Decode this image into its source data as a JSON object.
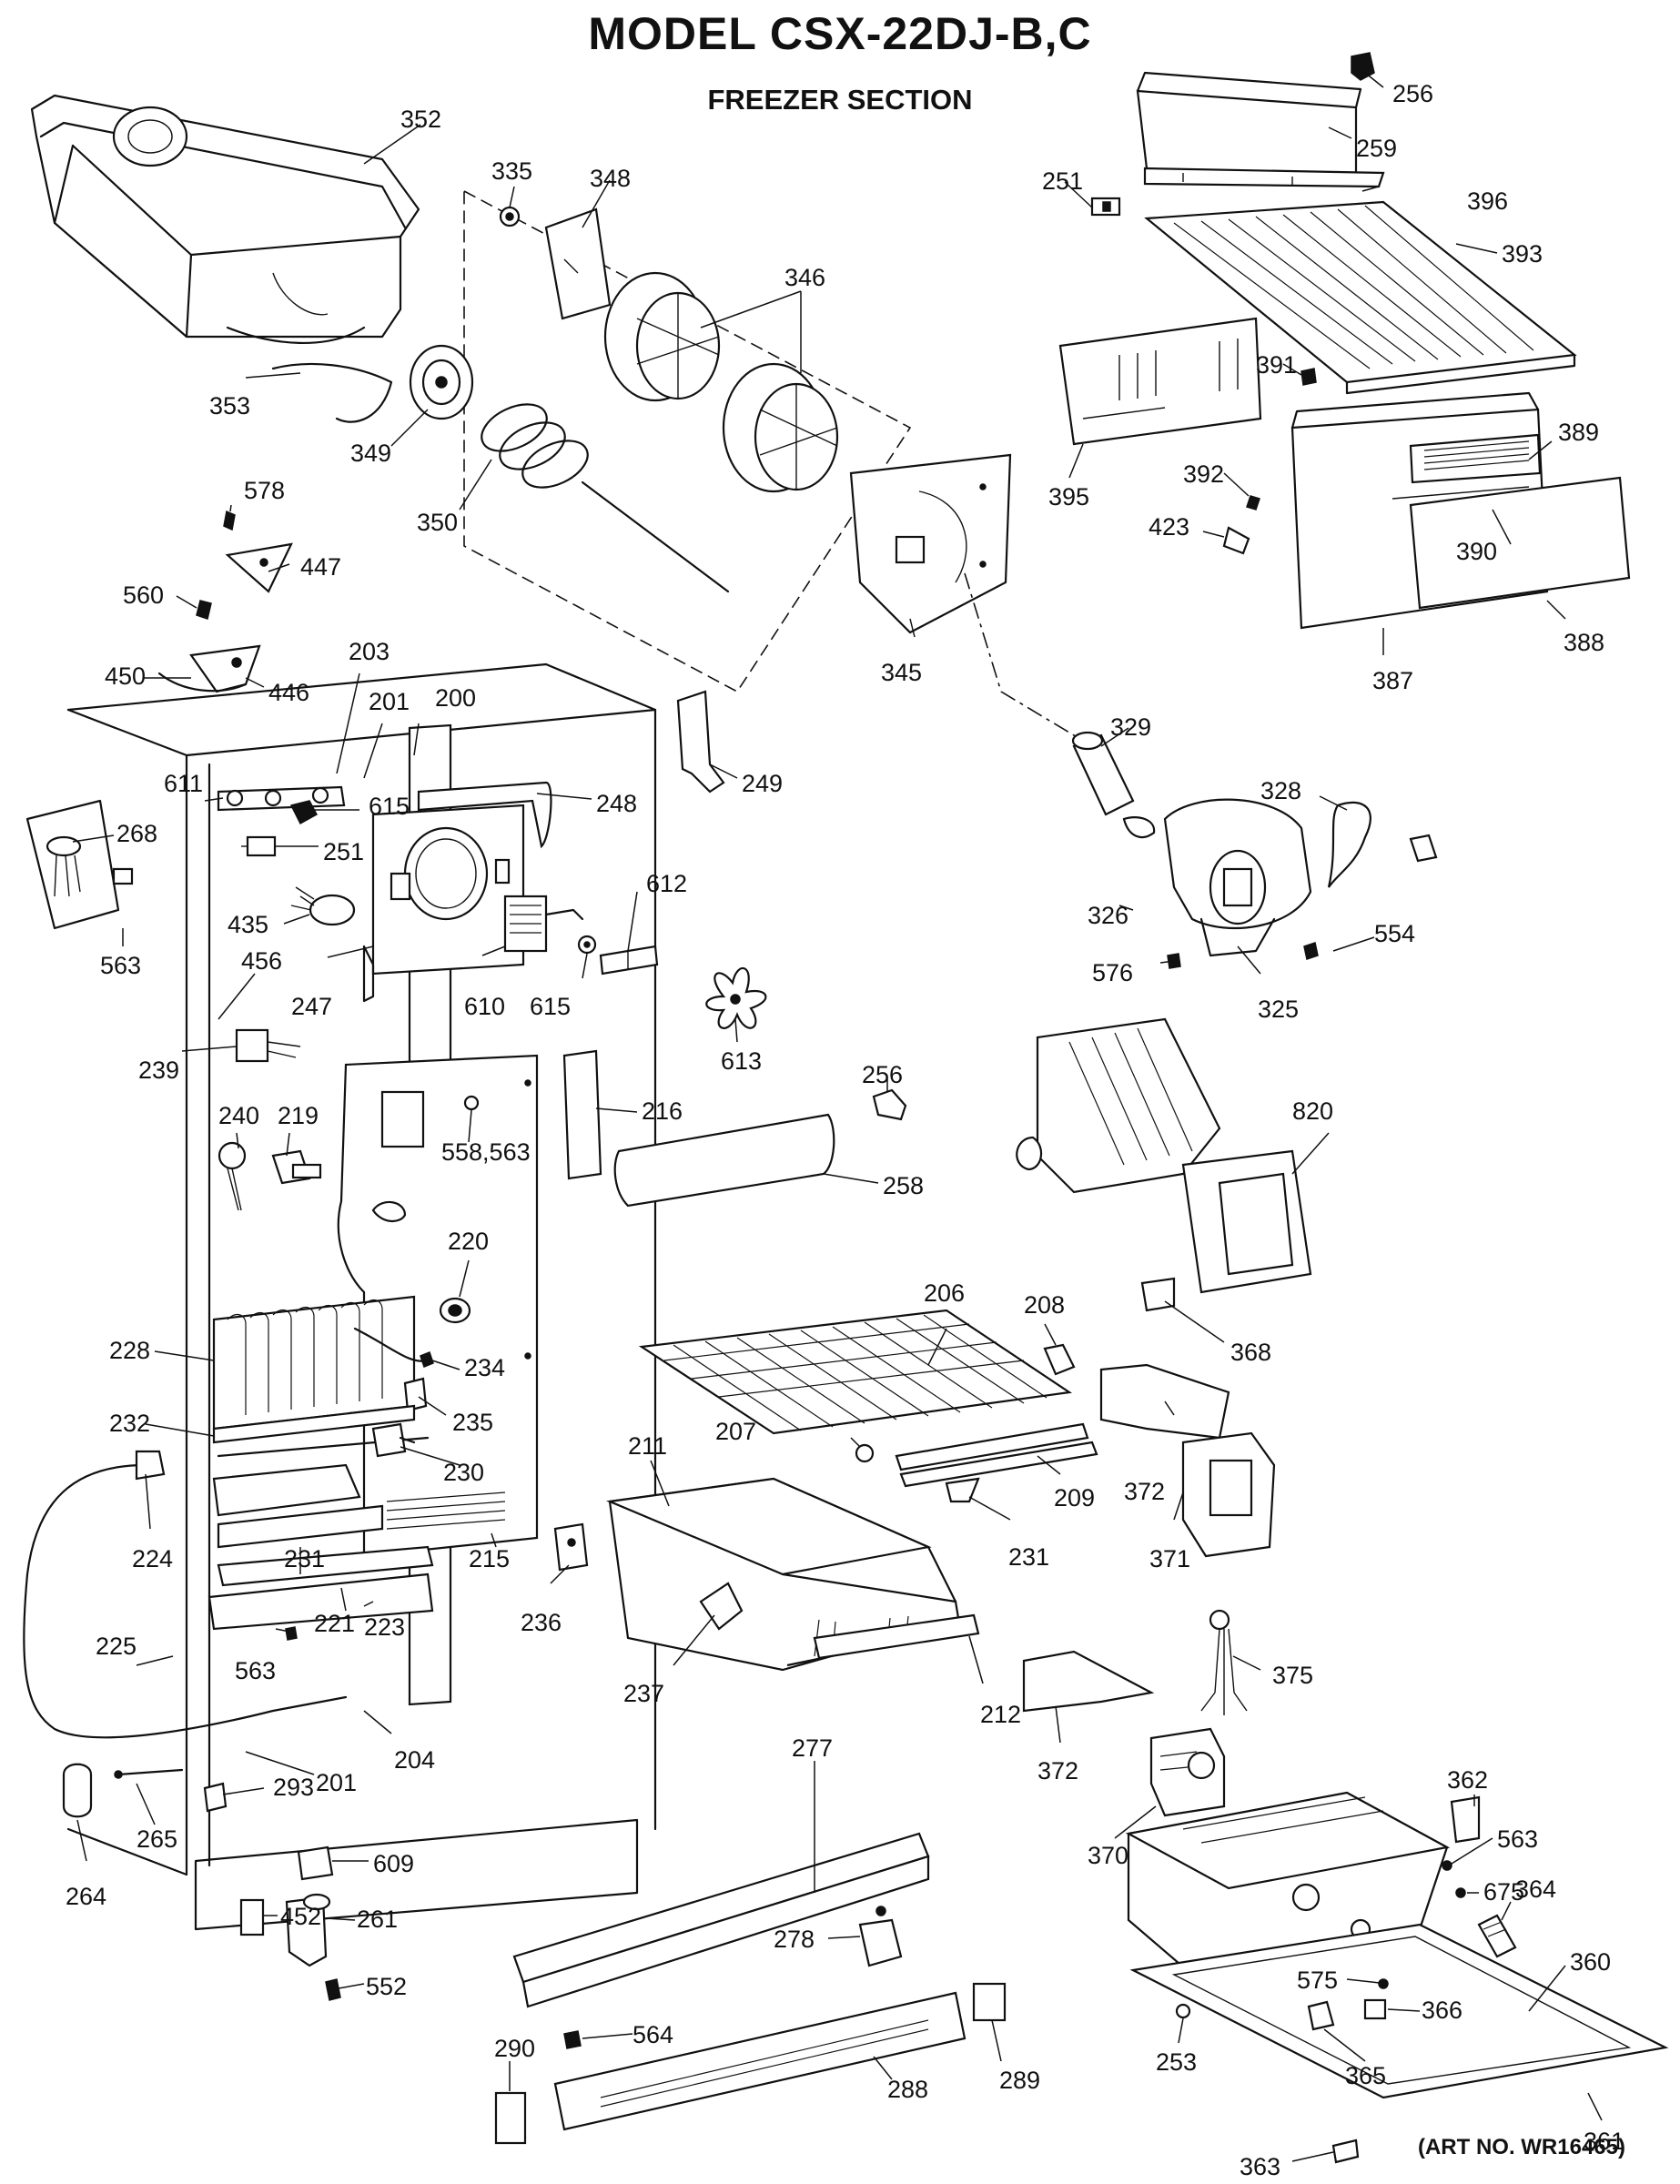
{
  "header": {
    "title": "MODEL CSX-22DJ-B,C",
    "subtitle": "FREEZER SECTION"
  },
  "footer": {
    "art_number": "(ART NO. WR16465)"
  },
  "callouts": {
    "c352": "352",
    "c335": "335",
    "c348": "348",
    "c346": "346",
    "c353": "353",
    "c349": "349",
    "c350": "350",
    "c345": "345",
    "c256a": "256",
    "c259": "259",
    "c251a": "251",
    "c396": "396",
    "c393": "393",
    "c391": "391",
    "c395": "395",
    "c389": "389",
    "c392": "392",
    "c423": "423",
    "c390": "390",
    "c388": "388",
    "c387": "387",
    "c578": "578",
    "c447": "447",
    "c560": "560",
    "c450": "450",
    "c446": "446",
    "c203": "203",
    "c201a": "201",
    "c200": "200",
    "c249": "249",
    "c611": "611",
    "c615a": "615",
    "c248": "248",
    "c268": "268",
    "c251b": "251",
    "c612": "612",
    "c435": "435",
    "c456": "456",
    "c563a": "563",
    "c247": "247",
    "c610": "610",
    "c615b": "615",
    "c613": "613",
    "c239": "239",
    "c329": "329",
    "c328": "328",
    "c326": "326",
    "c554": "554",
    "c576": "576",
    "c325": "325",
    "c240": "240",
    "c219": "219",
    "c216": "216",
    "c256b": "256",
    "c558": "558,563",
    "c258": "258",
    "c820": "820",
    "c220": "220",
    "c206": "206",
    "c208": "208",
    "c228": "228",
    "c234": "234",
    "c235": "235",
    "c368": "368",
    "c232": "232",
    "c230": "230",
    "c207": "207",
    "c211": "211",
    "c372a": "372",
    "c209": "209",
    "c224": "224",
    "c231a": "231",
    "c215": "215",
    "c231b": "231",
    "c371": "371",
    "c221": "221",
    "c223": "223",
    "c236": "236",
    "c225": "225",
    "c563b": "563",
    "c237": "237",
    "c212": "212",
    "c375": "375",
    "c204": "204",
    "c201b": "201",
    "c293": "293",
    "c265": "265",
    "c264": "264",
    "c277": "277",
    "c372b": "372",
    "c609": "609",
    "c370": "370",
    "c362": "362",
    "c563c": "563",
    "c452": "452",
    "c261": "261",
    "c675": "675",
    "c364": "364",
    "c552": "552",
    "c278": "278",
    "c575": "575",
    "c360": "360",
    "c564": "564",
    "c366": "366",
    "c290": "290",
    "c289": "289",
    "c253": "253",
    "c288": "288",
    "c365": "365",
    "c361": "361",
    "c363": "363"
  }
}
